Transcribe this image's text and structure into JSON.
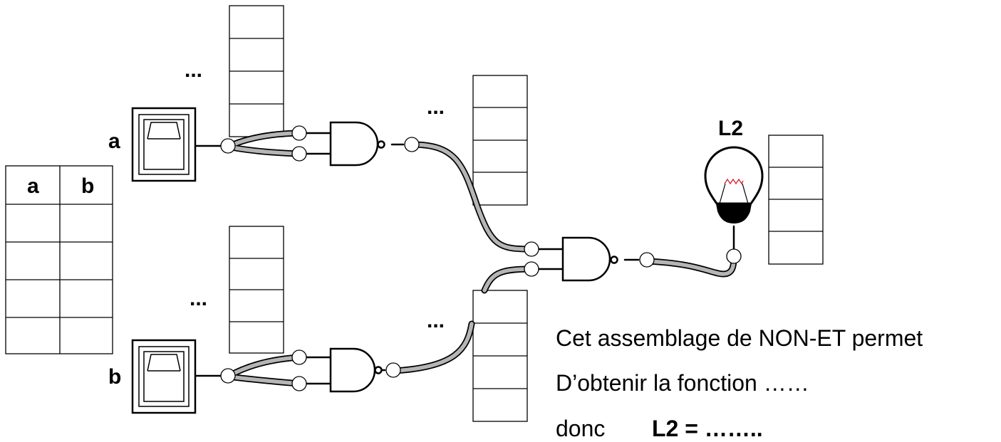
{
  "inputs": {
    "a": "a",
    "b": "b"
  },
  "lamp": {
    "label": "L2"
  },
  "truth_table": {
    "headers": [
      "a",
      "b"
    ],
    "rows": 4
  },
  "gate_output_placeholders": {
    "gate1": "...",
    "gate2": "...",
    "gate3": "...",
    "gate4": "..."
  },
  "text": {
    "line1": "Cet assemblage de NON-ET permet",
    "line2": "D’obtenir la fonction  ……",
    "line3_prefix": "donc",
    "line3_formula": "L2 = ……..",
    "line3_answer": ""
  },
  "icons": {
    "switch": "toggle-switch-icon",
    "gate": "nand-gate-icon",
    "lamp": "light-bulb-icon"
  }
}
